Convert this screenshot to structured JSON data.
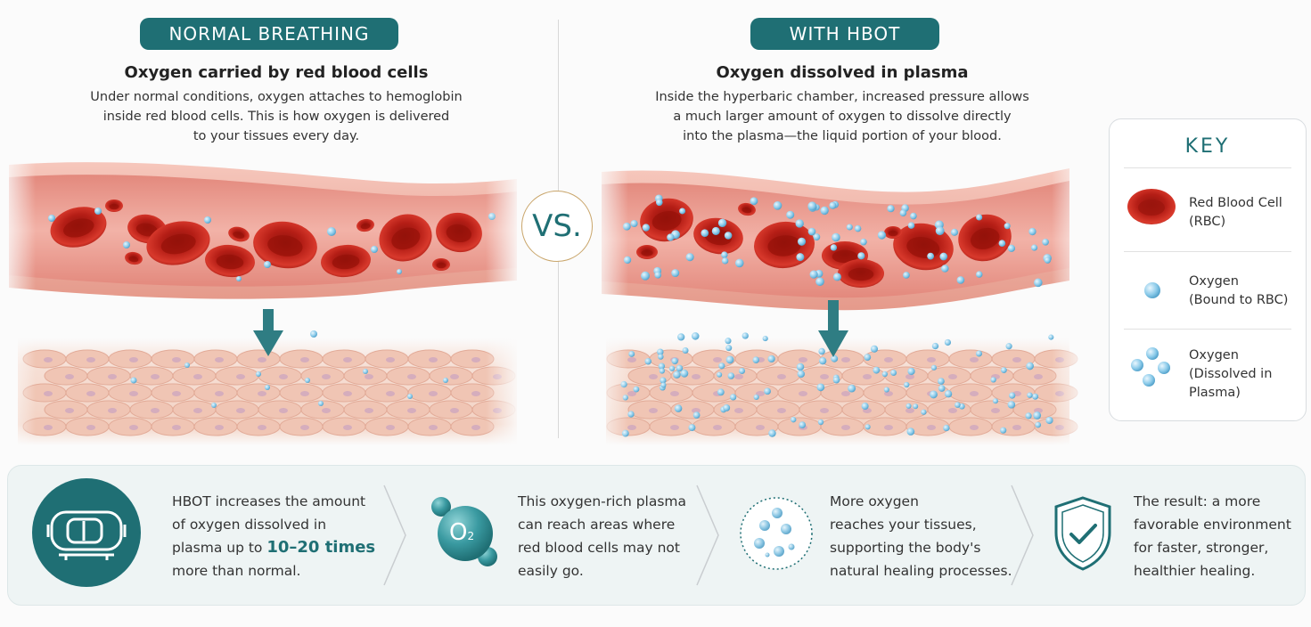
{
  "left_panel": {
    "pill": "NORMAL BREATHING",
    "subtitle": "Oxygen carried by red blood cells",
    "desc_lines": [
      "Under normal conditions, oxygen attaches to hemoglobin",
      "inside red blood cells. This is how oxygen is delivered",
      "to your tissues every day."
    ]
  },
  "right_panel": {
    "pill": "WITH HBOT",
    "subtitle": "Oxygen dissolved in plasma",
    "desc_lines": [
      "Inside the hyperbaric chamber, increased pressure allows",
      "a much larger amount of oxygen to dissolve directly",
      "into the plasma—the liquid portion of your blood."
    ]
  },
  "vs_label": "VS.",
  "key": {
    "title": "KEY",
    "items": [
      {
        "icon": "red-blood-cell-icon",
        "lines": [
          "Red Blood Cell",
          "(RBC)"
        ]
      },
      {
        "icon": "oxygen-bound-icon",
        "lines": [
          "Oxygen",
          "(Bound to RBC)"
        ]
      },
      {
        "icon": "oxygen-dissolved-icon",
        "lines": [
          "Oxygen",
          "(Dissolved in",
          "Plasma)"
        ]
      }
    ]
  },
  "steps": {
    "step1": {
      "icon": "hyperbaric-chamber-icon",
      "line1": "HBOT increases the amount",
      "line2": "of oxygen dissolved in",
      "line3_pre": "plasma up to ",
      "line3_hl": "10–20 times",
      "line4": "more than normal."
    },
    "step2": {
      "icon": "o2-molecule-icon",
      "o2_label": "O",
      "o2_sub": "2",
      "lines": [
        "This oxygen-rich plasma",
        "can reach areas where",
        "red blood cells may not",
        "easily go."
      ]
    },
    "step3": {
      "icon": "oxygen-dots-icon",
      "lines": [
        "More oxygen",
        "reaches your tissues,",
        "supporting the body's",
        "natural healing processes."
      ]
    },
    "step4": {
      "icon": "shield-check-icon",
      "lines": [
        "The result: a more",
        "favorable environment",
        "for faster, stronger,",
        "healthier healing."
      ]
    }
  },
  "colors": {
    "teal": "#1f6f74",
    "rbc_red": "#c8261d",
    "oxygen_blue": "#7cc3e6",
    "vessel_pink": "#eaa294",
    "tissue_peach": "#f3d2c3",
    "gold": "#c9a56a"
  }
}
